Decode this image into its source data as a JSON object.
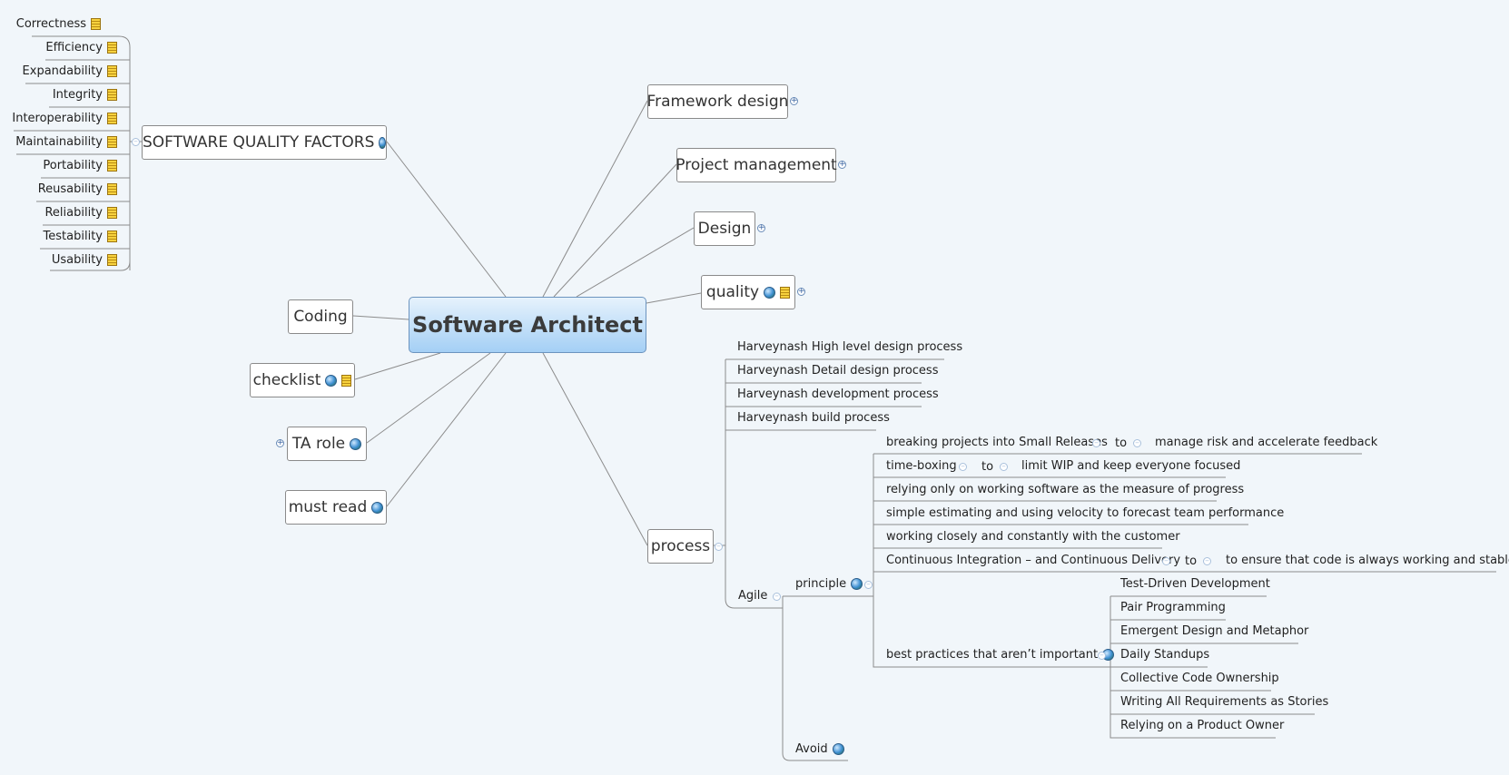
{
  "central": "Software Architect",
  "topics": {
    "framework": "Framework design",
    "project": "Project management",
    "design": "Design",
    "quality": "quality",
    "sqf": "SOFTWARE QUALITY FACTORS",
    "coding": "Coding",
    "checklist": "checklist",
    "ta_role": "TA role",
    "must_read": "must read",
    "process": "process"
  },
  "quality_factors": [
    "Correctness",
    "Efficiency",
    "Expandability",
    "Integrity",
    "Interoperability",
    "Maintainability",
    "Portability",
    "Reusability",
    "Reliability",
    "Testability",
    "Usability"
  ],
  "process_items": [
    "Harveynash High level design process",
    "Harveynash Detail design process",
    "Harveynash development process",
    "Harveynash build process"
  ],
  "agile": "Agile",
  "principle": "principle",
  "avoid": "Avoid",
  "best_practices": "best practices that aren’t important",
  "to": "to",
  "principles": [
    {
      "a": "breaking projects into Small Releases",
      "b": "manage risk and accelerate feedback"
    },
    {
      "a": "time-boxing",
      "b": "limit WIP and keep everyone focused"
    },
    {
      "a": "relying only on working software as the measure of progress"
    },
    {
      "a": "simple estimating and using velocity to forecast team performance"
    },
    {
      "a": "working closely and constantly with the customer"
    },
    {
      "a": "Continuous Integration – and Continuous Delivery",
      "b": "to ensure that code is always working and stable."
    }
  ],
  "practices": [
    "Test-Driven Development",
    "Pair Programming",
    "Emergent Design and Metaphor",
    "Daily Standups",
    "Collective Code Ownership",
    "Writing All Requirements as Stories",
    "Relying on a Product Owner"
  ]
}
